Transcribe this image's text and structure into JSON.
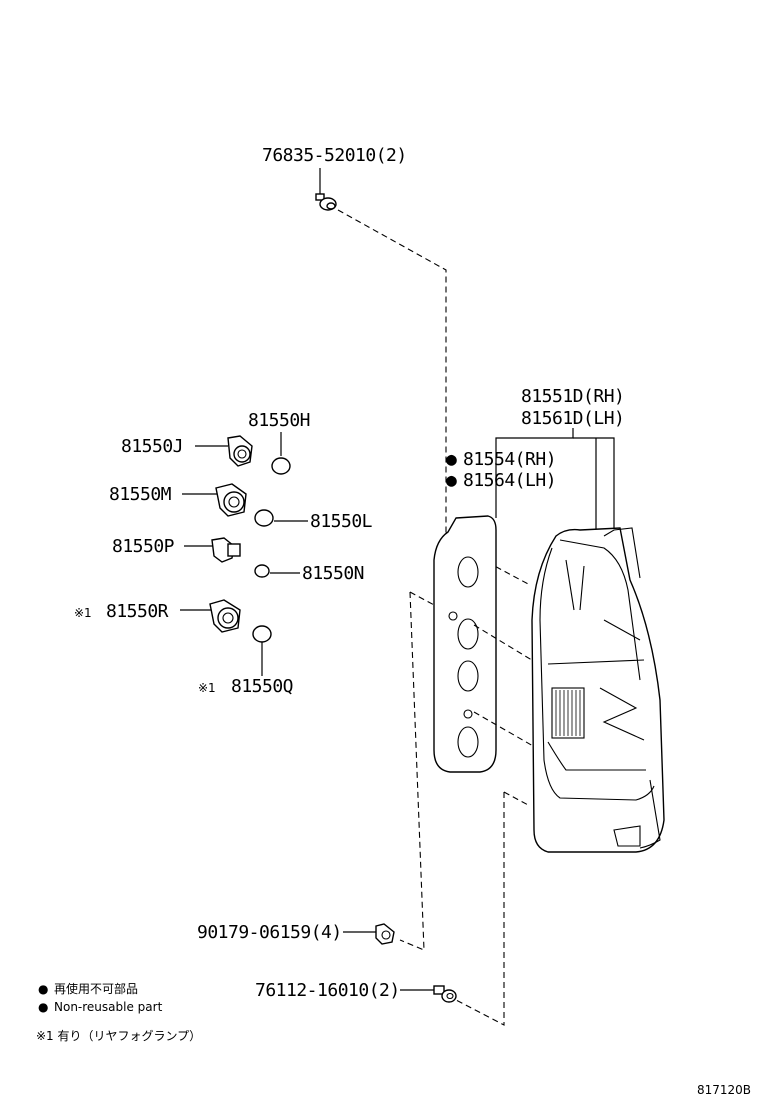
{
  "labels": {
    "clip_top": "76835-52010(2)",
    "lamp_assy_rh": "81551D(RH)",
    "lamp_assy_lh": "81561D(LH)",
    "gasket_rh": "81554(RH)",
    "gasket_lh": "81564(LH)",
    "bulb_h": "81550H",
    "socket_j": "81550J",
    "socket_m": "81550M",
    "bulb_l": "81550L",
    "socket_p": "81550P",
    "bulb_n": "81550N",
    "socket_r": "81550R",
    "bulb_q": "81550Q",
    "ref_mark_r": "※1",
    "ref_mark_q": "※1",
    "nut": "90179-06159(4)",
    "screw": "76112-16010(2)",
    "dot_rh": "●",
    "dot_lh": "●"
  },
  "legend": {
    "bullet": "●",
    "line_jp": "再使用不可部品",
    "line_en": "Non-reusable part",
    "footnote": "※1 有り（リヤフォグランプ）"
  },
  "diagram_id": "817120B"
}
